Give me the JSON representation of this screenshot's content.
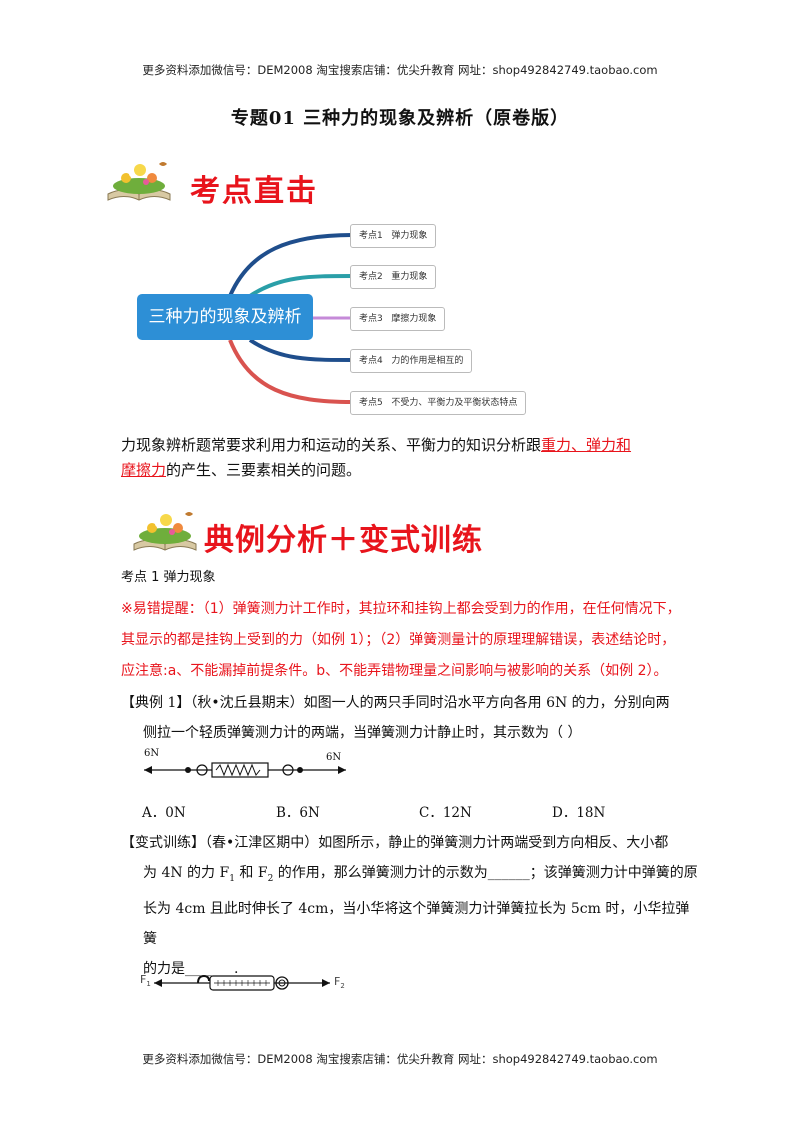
{
  "header_text": "更多资料添加微信号：DEM2008   淘宝搜索店铺：优尖升教育  网址：shop492842749.taobao.com",
  "footer_text": "更多资料添加微信号：DEM2008   淘宝搜索店铺：优尖升教育  网址：shop492842749.taobao.com",
  "title": "专题01    三种力的现象及辨析（原卷版）",
  "banner1": "考点直击",
  "banner2": "典例分析＋变式训练",
  "mindmap": {
    "center": "三种力的现象及辨析",
    "items": [
      {
        "tag": "考点1",
        "label": "弹力现象",
        "color": "#1f4e8c"
      },
      {
        "tag": "考点2",
        "label": "重力现象",
        "color": "#2a9fa8"
      },
      {
        "tag": "考点3",
        "label": "摩擦力现象",
        "color": "#c58ad8"
      },
      {
        "tag": "考点4",
        "label": "力的作用是相互的",
        "color": "#1f4e8c"
      },
      {
        "tag": "考点5",
        "label": "不受力、平衡力及平衡状态特点",
        "color": "#d9534f"
      }
    ]
  },
  "intro": {
    "part1": "力现象辨析题常要求利用力和运动的关系、平衡力的知识分析跟",
    "highlight1": "重力、弹力和",
    "highlight2": "摩擦力",
    "part2": "的产生、三要素相关的问题。"
  },
  "section1": "考点 1    弹力现象",
  "tip": {
    "line1": "※易错提醒：（1）弹簧测力计工作时，其拉环和挂钩上都会受到力的作用，在任何情况下，",
    "line2": "其显示的都是挂钩上受到的力（如例 1）；（2）弹簧测量计的原理理解错误，表述结论时，",
    "line3": "应注意:a、不能漏掉前提条件。b、不能弄错物理量之间影响与被影响的关系（如例 2）。"
  },
  "example1": {
    "line1": "【典例 1】（秋•沈丘县期末）如图一人的两只手同时沿水平方向各用 6N 的力，分别向两",
    "line2": "侧拉一个轻质弹簧测力计的两端，当弹簧测力计静止时，其示数为（      ）",
    "fig_left": "6N",
    "fig_right": "6N",
    "options": [
      "A．0N",
      "B．6N",
      "C．12N",
      "D．18N"
    ]
  },
  "variant1": {
    "line1": "【变式训练】（春•江津区期中）如图所示，静止的弹簧测力计两端受到方向相反、大小都",
    "line2a": "为 4N 的力 F",
    "line2b": "1",
    "line2c": " 和 F",
    "line2d": "2",
    "line2e": " 的作用，那么弹簧测力计的示数为______；该弹簧测力计中弹簧的原",
    "line3": "长为 4cm 且此时伸长了 4cm，当小华将这个弹簧测力计弹簧拉长为 5cm 时，小华拉弹簧",
    "line4": "的力是_______.",
    "fig_left": "F",
    "fig_left_sub": "1",
    "fig_right": "F",
    "fig_right_sub": "2"
  }
}
